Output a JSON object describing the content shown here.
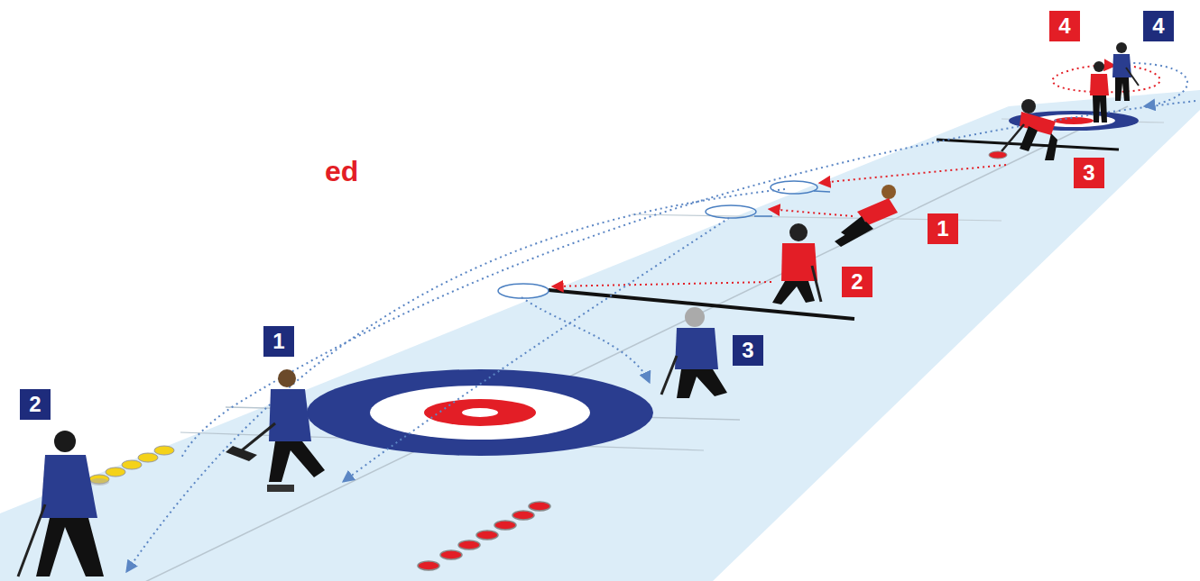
{
  "diagram": {
    "labels": [
      "ed",
      "4",
      "4",
      "3",
      "1",
      "2",
      "1",
      "3",
      "2"
    ]
  }
}
